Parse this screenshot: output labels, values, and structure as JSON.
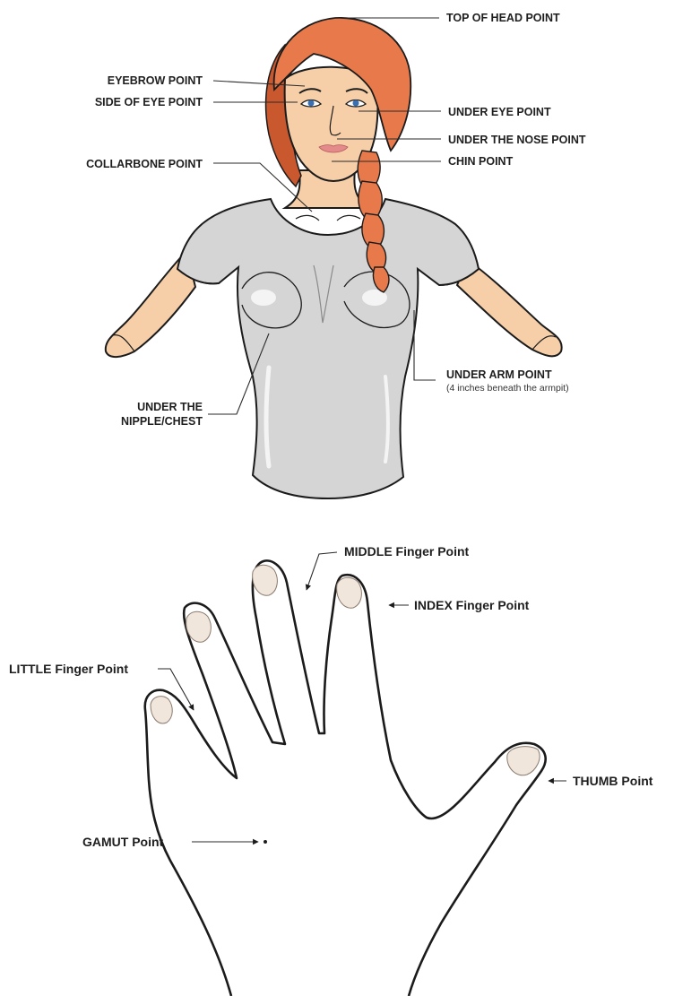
{
  "body_labels": {
    "top_of_head": "TOP OF HEAD POINT",
    "eyebrow": "EYEBROW POINT",
    "side_of_eye": "SIDE OF EYE POINT",
    "under_eye": "UNDER EYE POINT",
    "under_nose": "UNDER THE NOSE POINT",
    "chin": "CHIN POINT",
    "collarbone": "COLLARBONE POINT",
    "under_arm": "UNDER ARM POINT",
    "under_arm_note": "(4 inches beneath the armpit)",
    "under_nipple_line1": "UNDER THE",
    "under_nipple_line2": "NIPPLE/CHEST"
  },
  "hand_labels": {
    "middle": "MIDDLE Finger Point",
    "index": "INDEX Finger Point",
    "little": "LITTLE Finger Point",
    "thumb": "THUMB Point",
    "gamut": "GAMUT Point"
  },
  "colors": {
    "hair": "#e8794a",
    "hair_shadow": "#c9582e",
    "skin": "#f6cfa9",
    "skin_shadow": "#e3ad82",
    "shirt": "#d5d5d5",
    "shirt_shadow": "#a9a9a9",
    "outline": "#1b1b1b",
    "eye": "#3a6fb0",
    "lips": "#e48a8a",
    "nail": "#f1e6dc"
  }
}
